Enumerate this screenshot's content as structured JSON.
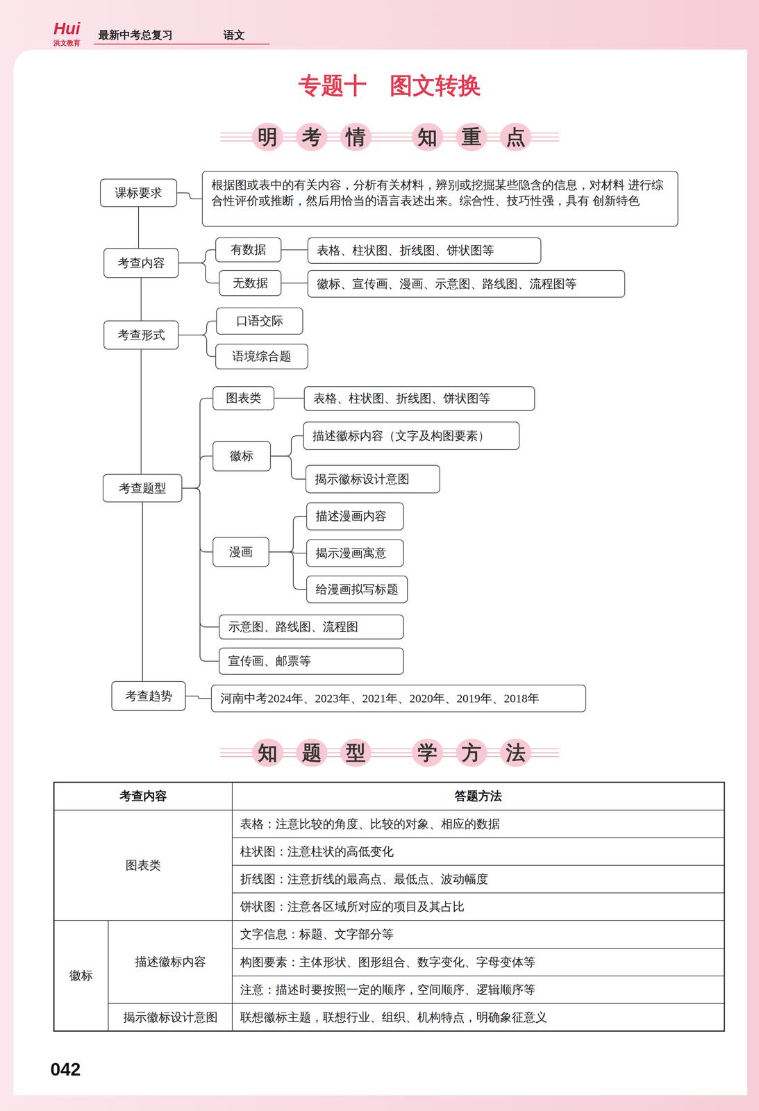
{
  "diagram": {
    "title": "专题十　图文转换",
    "nodes": [
      {
        "text": [
          "课标要求"
        ]
      },
      {
        "text": [
          "根据图或表中的有关内容，分析有关材料，辨别或挖掘某些隐含的信息，对材料 进行综合性评价或推断，然后用恰当的语言表述出来。综合性、技巧性强，具有 创新特色"
        ]
      },
      {
        "text": [
          "考查内容"
        ]
      },
      {
        "text": [
          "有数据"
        ]
      },
      {
        "text": [
          "表格、柱状图、折线图、饼状图等"
        ]
      },
      {
        "text": [
          "无数据"
        ]
      },
      {
        "text": [
          "徽标、宣传画、漫画、示意图、路线图、流程图等"
        ]
      },
      {
        "text": [
          "考查形式"
        ]
      },
      {
        "text": [
          "口语交际"
        ]
      },
      {
        "text": [
          "语境综合题"
        ]
      },
      {
        "text": [
          "考查题型"
        ]
      },
      {
        "text": [
          "图表类"
        ]
      },
      {
        "text": [
          "表格、柱状图、折线图、饼状图等"
        ]
      },
      {
        "text": [
          "徽标"
        ]
      },
      {
        "text": [
          "描述徽标内容（文字及构图要素）"
        ]
      },
      {
        "text": [
          "揭示徽标设计意图"
        ]
      },
      {
        "text": [
          "漫画"
        ]
      },
      {
        "text": [
          "描述漫画内容"
        ]
      },
      {
        "text": [
          "揭示漫画寓意"
        ]
      },
      {
        "text": [
          "给漫画拟写标题"
        ]
      },
      {
        "text": [
          "示意图、路线图、流程图"
        ]
      },
      {
        "text": [
          "宣传画、邮票等"
        ]
      },
      {
        "text": [
          "考查趋势"
        ]
      },
      {
        "text": [
          "河南中考2024年、2023年、2021年、2020年、2019年、2018年"
        ]
      }
    ],
    "edges": [
      {
        "from": 0,
        "to": 1,
        "arrow": "none"
      },
      {
        "from": 0,
        "to": 2,
        "arrow": "none"
      },
      {
        "from": 2,
        "to": 3,
        "arrow": "none"
      },
      {
        "from": 3,
        "to": 4,
        "arrow": "none"
      },
      {
        "from": 2,
        "to": 5,
        "arrow": "none"
      },
      {
        "from": 5,
        "to": 6,
        "arrow": "none"
      },
      {
        "from": 2,
        "to": 7,
        "arrow": "none"
      },
      {
        "from": 7,
        "to": 8,
        "arrow": "none"
      },
      {
        "from": 7,
        "to": 9,
        "arrow": "none"
      },
      {
        "from": 7,
        "to": 10,
        "arrow": "none"
      },
      {
        "from": 10,
        "to": 11,
        "arrow": "none"
      },
      {
        "from": 11,
        "to": 12,
        "arrow": "none"
      },
      {
        "from": 10,
        "to": 13,
        "arrow": "none"
      },
      {
        "from": 13,
        "to": 14,
        "arrow": "none"
      },
      {
        "from": 13,
        "to": 15,
        "arrow": "none"
      },
      {
        "from": 10,
        "to": 16,
        "arrow": "none"
      },
      {
        "from": 16,
        "to": 17,
        "arrow": "none"
      },
      {
        "from": 16,
        "to": 18,
        "arrow": "none"
      },
      {
        "from": 16,
        "to": 19,
        "arrow": "none"
      },
      {
        "from": 10,
        "to": 20,
        "arrow": "none"
      },
      {
        "from": 10,
        "to": 21,
        "arrow": "none"
      },
      {
        "from": 10,
        "to": 22,
        "arrow": "none"
      },
      {
        "from": 22,
        "to": 23,
        "arrow": "none"
      }
    ],
    "labels": [
      "Hui",
      "洪文教育",
      "最新中考总复习",
      "语文",
      "明考情",
      "知重点",
      "知题型",
      "学方法",
      "考查内容",
      "答题方法",
      "图表类",
      "表格：注意比较的角度、比较的对象、相应的数据",
      "柱状图：注意柱状的高低变化",
      "折线图：注意折线的最高点、最低点、波动幅度",
      "饼状图：注意各区域所对应的项目及其占比",
      "徽标",
      "描述徽标内容",
      "文字信息：标题、文字部分等",
      "构图要素：主体形状、图形组合、数字变化、字母变体等",
      "注意：描述时要按照一定的顺序，空间顺序、逻辑顺序等",
      "揭示徽标设计意图",
      "联想徽标主题，联想行业、组织、机构特点，明确象征意义",
      "042"
    ]
  }
}
